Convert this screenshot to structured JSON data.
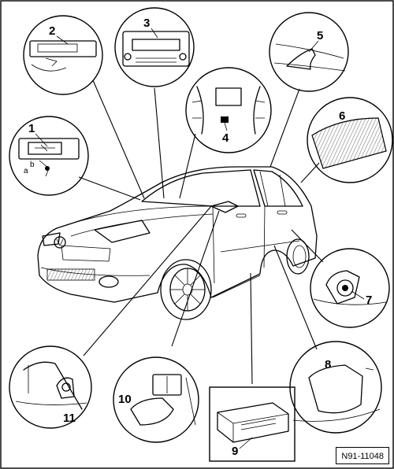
{
  "callouts": {
    "c1": "1",
    "c2": "2",
    "c3": "3",
    "c4": "4",
    "c5": "5",
    "c6": "6",
    "c7": "7",
    "c8": "8",
    "c9": "9",
    "c10": "10",
    "c11": "11"
  },
  "reference_code": "N91-11048",
  "colors": {
    "ink": "#000000",
    "paper": "#ffffff"
  }
}
